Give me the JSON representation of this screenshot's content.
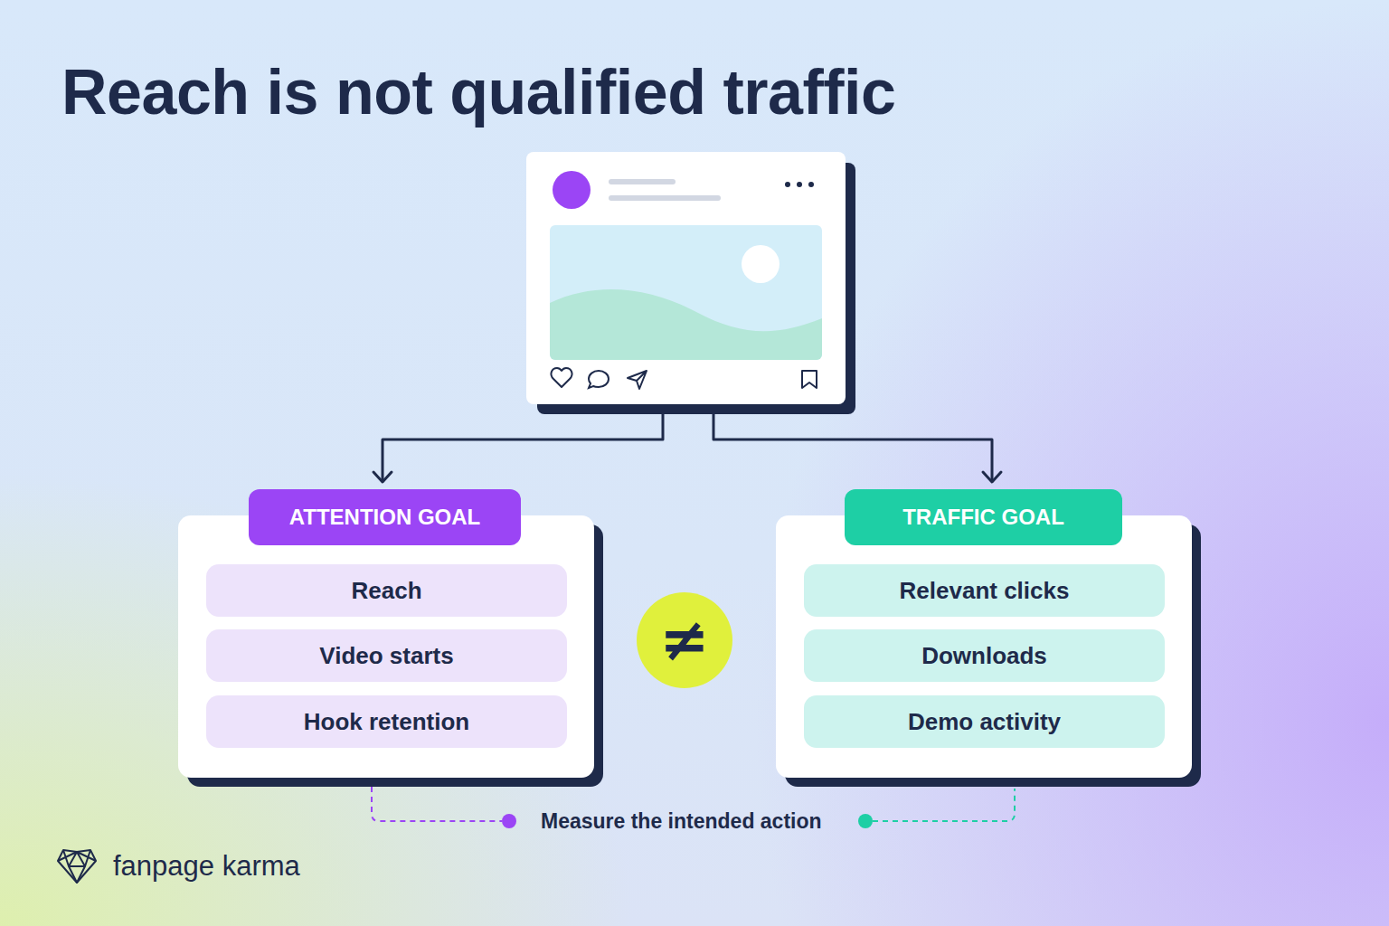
{
  "diagram": {
    "title": "Reach is not qualified traffic",
    "nodes": [
      {
        "text": [
          "ATTENTION GOAL"
        ]
      },
      {
        "text": [
          "Reach"
        ],
        "in": 0
      },
      {
        "text": [
          "Video starts"
        ],
        "in": 0
      },
      {
        "text": [
          "Hook retention"
        ],
        "in": 0
      },
      {
        "text": [
          "TRAFFIC GOAL"
        ]
      },
      {
        "text": [
          "Relevant clicks"
        ],
        "in": 4
      },
      {
        "text": [
          "Downloads"
        ],
        "in": 4
      },
      {
        "text": [
          "Demo activity"
        ],
        "in": 4
      },
      {
        "text": [
          "≠"
        ]
      }
    ],
    "labels": [
      "Measure the intended action",
      "fanpage karma"
    ]
  }
}
